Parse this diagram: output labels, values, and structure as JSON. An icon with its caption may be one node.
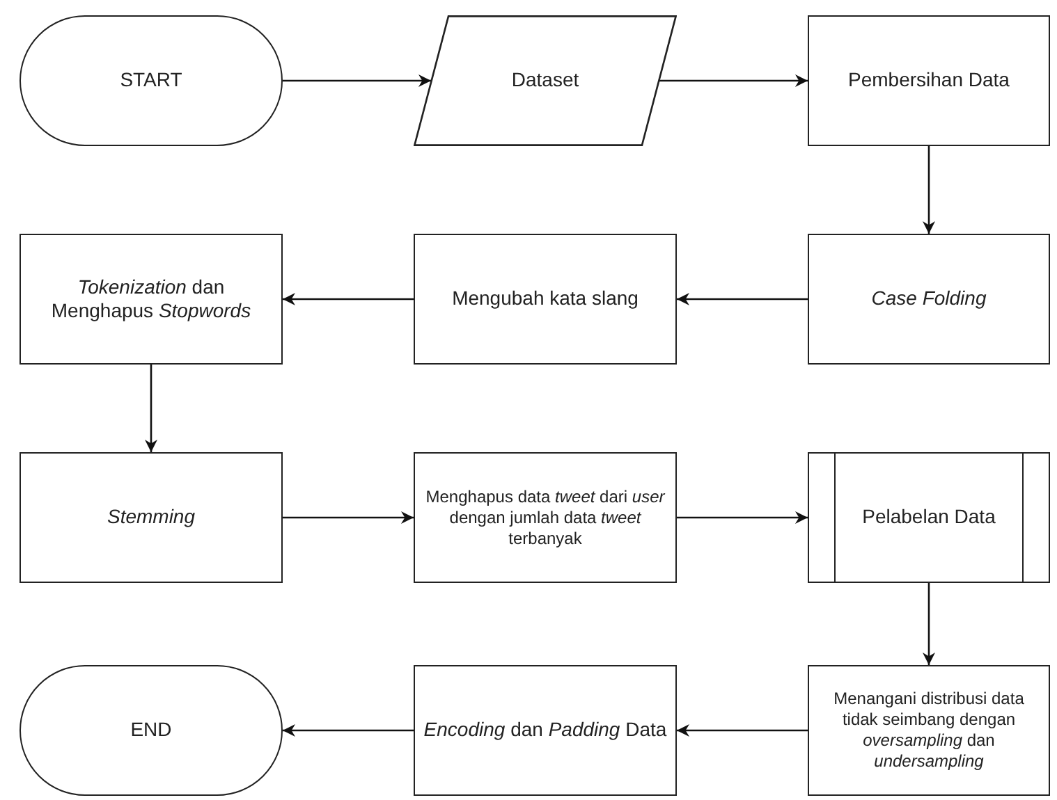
{
  "diagram": {
    "nodes": [
      {
        "text": [
          "START"
        ]
      },
      {
        "text": [
          "Dataset"
        ]
      },
      {
        "text": [
          "Pembersihan Data"
        ]
      },
      {
        "text": [
          "Case Folding"
        ]
      },
      {
        "text": [
          "Mengubah kata slang"
        ]
      },
      {
        "text": [
          "*Tokenization* dan Menghapus *Stopwords*"
        ]
      },
      {
        "text": [
          "Stemming"
        ]
      },
      {
        "text": [
          "Menghapus data *tweet* dari *user* dengan jumlah data *tweet* terbanyak"
        ]
      },
      {
        "text": [
          "Pelabelan Data"
        ]
      },
      {
        "text": [
          "Menangani distribusi data tidak seimbang dengan *oversampling* dan *undersampling*"
        ]
      },
      {
        "text": [
          "*Encoding* dan *Padding* Data"
        ]
      },
      {
        "text": [
          "END"
        ]
      }
    ],
    "edges": [
      {
        "from": 0,
        "to": 1,
        "arrow": "to"
      },
      {
        "from": 1,
        "to": 2,
        "arrow": "to"
      },
      {
        "from": 2,
        "to": 3,
        "arrow": "to"
      },
      {
        "from": 3,
        "to": 4,
        "arrow": "to"
      },
      {
        "from": 4,
        "to": 5,
        "arrow": "to"
      },
      {
        "from": 5,
        "to": 6,
        "arrow": "to"
      },
      {
        "from": 6,
        "to": 7,
        "arrow": "to"
      },
      {
        "from": 7,
        "to": 8,
        "arrow": "to"
      },
      {
        "from": 8,
        "to": 9,
        "arrow": "to"
      },
      {
        "from": 9,
        "to": 10,
        "arrow": "to"
      },
      {
        "from": 10,
        "to": 11,
        "arrow": "to"
      }
    ]
  }
}
